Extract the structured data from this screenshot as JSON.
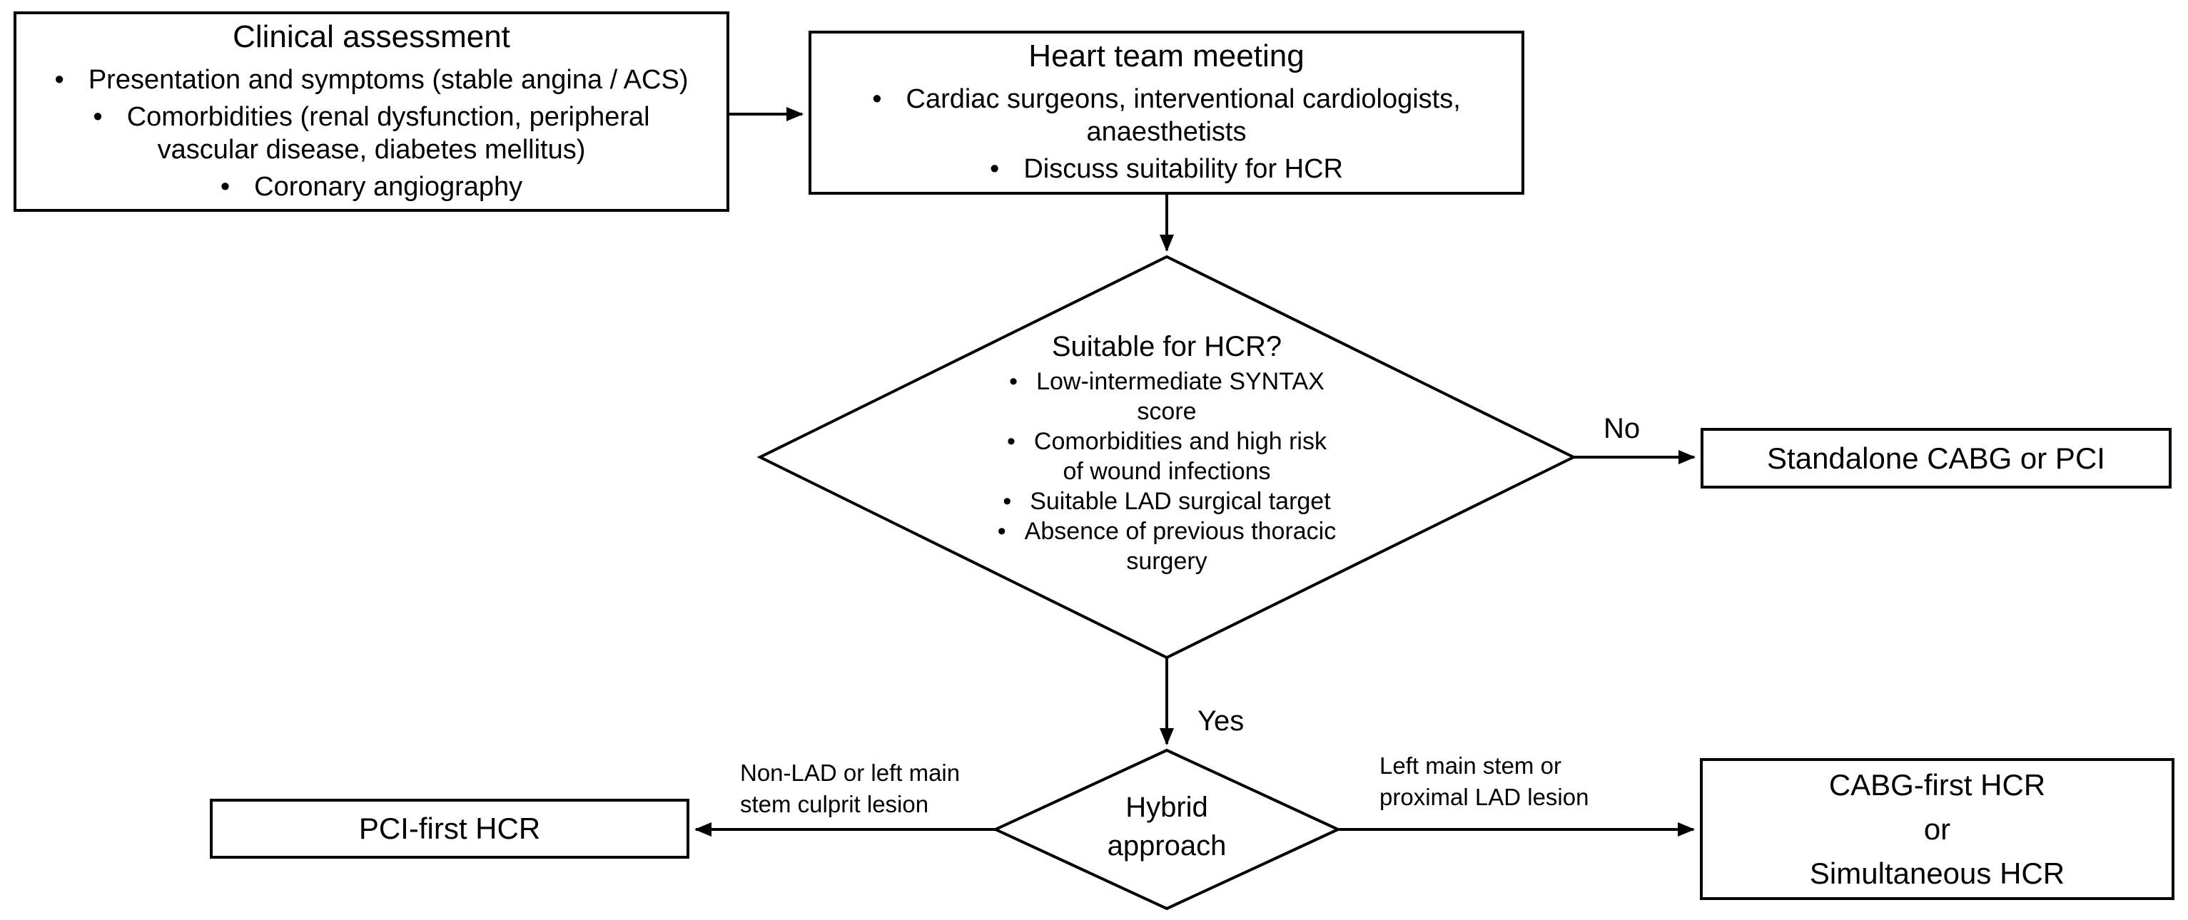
{
  "diagram": {
    "bullet_glyph": "•",
    "colors": {
      "line": "#000000",
      "background": "#ffffff",
      "text": "#000000"
    },
    "boxes": {
      "clinical": {
        "title": "Clinical assessment",
        "bullets": [
          {
            "lines": [
              "Presentation and symptoms (stable angina / ACS)"
            ]
          },
          {
            "lines": [
              "Comorbidities (renal dysfunction, peripheral",
              "vascular disease, diabetes mellitus)"
            ]
          },
          {
            "lines": [
              "Coronary angiography"
            ]
          }
        ]
      },
      "heart_team": {
        "title": "Heart team meeting",
        "bullets": [
          {
            "lines": [
              "Cardiac surgeons, interventional cardiologists,",
              "anaesthetists"
            ]
          },
          {
            "lines": [
              "Discuss suitability for HCR"
            ]
          }
        ]
      },
      "standalone": {
        "label": "Standalone CABG or PCI"
      },
      "pci_first": {
        "label": "PCI-first HCR"
      },
      "cabg_first": {
        "lines": [
          "CABG-first HCR",
          "or",
          "Simultaneous HCR"
        ]
      }
    },
    "decisions": {
      "suitable": {
        "title": "Suitable for HCR?",
        "bullets": [
          {
            "lines": [
              "Low-intermediate SYNTAX",
              "score"
            ]
          },
          {
            "lines": [
              "Comorbidities and high risk",
              "of wound infections"
            ]
          },
          {
            "lines": [
              "Suitable LAD surgical target"
            ]
          },
          {
            "lines": [
              "Absence of previous thoracic",
              "surgery"
            ]
          }
        ]
      },
      "hybrid": {
        "lines": [
          "Hybrid",
          "approach"
        ]
      }
    },
    "edge_labels": {
      "no": "No",
      "yes": "Yes",
      "pci_branch": {
        "lines": [
          "Non-LAD or left main",
          "stem culprit lesion"
        ]
      },
      "cabg_branch": {
        "lines": [
          "Left main stem or",
          "proximal LAD lesion"
        ]
      }
    }
  }
}
